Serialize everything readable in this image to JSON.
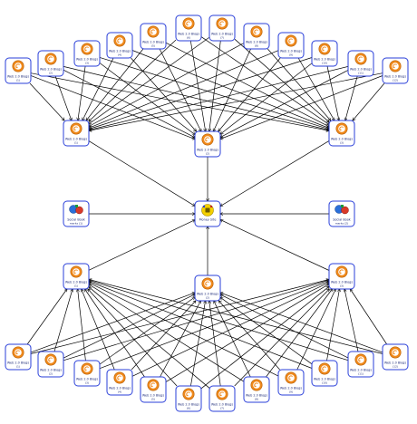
{
  "colors": {
    "node_border": "#2a3fd9",
    "blog_icon": "#f08a1c",
    "hub_icon": "#f4d000",
    "edge": "#000000"
  },
  "icon_names": {
    "blog": "rss-blog-icon",
    "hub": "network-hub-icon",
    "service": "bookmark-service-icon"
  },
  "nodes": [
    {
      "id": "t0",
      "role": "blog",
      "label": "Web 2.0 Blogs",
      "sub": "(1)"
    },
    {
      "id": "t1",
      "role": "blog",
      "label": "Web 2.0 Blogs",
      "sub": "(2)"
    },
    {
      "id": "t2",
      "role": "blog",
      "label": "Web 2.0 Blogs",
      "sub": "(3)"
    },
    {
      "id": "t3",
      "role": "blog",
      "label": "Web 2.0 Blogs",
      "sub": "(4)"
    },
    {
      "id": "t4",
      "role": "blog",
      "label": "Web 2.0 Blogs",
      "sub": "(5)"
    },
    {
      "id": "t5",
      "role": "blog",
      "label": "Web 2.0 Blogs",
      "sub": "(6)"
    },
    {
      "id": "t6",
      "role": "blog",
      "label": "Web 2.0 Blogs",
      "sub": "(7)"
    },
    {
      "id": "t7",
      "role": "blog",
      "label": "Web 2.0 Blogs",
      "sub": "(8)"
    },
    {
      "id": "t8",
      "role": "blog",
      "label": "Web 2.0 Blogs",
      "sub": "(9)"
    },
    {
      "id": "t9",
      "role": "blog",
      "label": "Web 2.0 Blogs",
      "sub": "(10)"
    },
    {
      "id": "t10",
      "role": "blog",
      "label": "Web 2.0 Blogs",
      "sub": "(11)"
    },
    {
      "id": "t11",
      "role": "blog",
      "label": "Web 2.0 Blogs",
      "sub": "(12)"
    },
    {
      "id": "m0",
      "role": "blog",
      "label": "Web 2.0 Blogs",
      "sub": "(1)"
    },
    {
      "id": "m1",
      "role": "blog",
      "label": "Web 2.0 Blogs",
      "sub": "(2)"
    },
    {
      "id": "m2",
      "role": "blog",
      "label": "Web 2.0 Blogs",
      "sub": "(3)"
    },
    {
      "id": "s0",
      "role": "service",
      "label": "Social Book",
      "sub": "marks (1)"
    },
    {
      "id": "hub",
      "role": "hub",
      "label": "Money Site",
      "sub": ""
    },
    {
      "id": "s1",
      "role": "service",
      "label": "Social Book",
      "sub": "marks (2)"
    },
    {
      "id": "n0",
      "role": "blog",
      "label": "Web 2.0 Blogs",
      "sub": "(1)"
    },
    {
      "id": "n1",
      "role": "blog",
      "label": "Web 2.0 Blogs",
      "sub": "(2)"
    },
    {
      "id": "n2",
      "role": "blog",
      "label": "Web 2.0 Blogs",
      "sub": "(3)"
    },
    {
      "id": "b0",
      "role": "blog",
      "label": "Web 2.0 Blogs",
      "sub": "(1)"
    },
    {
      "id": "b1",
      "role": "blog",
      "label": "Web 2.0 Blogs",
      "sub": "(2)"
    },
    {
      "id": "b2",
      "role": "blog",
      "label": "Web 2.0 Blogs",
      "sub": "(3)"
    },
    {
      "id": "b3",
      "role": "blog",
      "label": "Web 2.0 Blogs",
      "sub": "(4)"
    },
    {
      "id": "b4",
      "role": "blog",
      "label": "Web 2.0 Blogs",
      "sub": "(5)"
    },
    {
      "id": "b5",
      "role": "blog",
      "label": "Web 2.0 Blogs",
      "sub": "(6)"
    },
    {
      "id": "b6",
      "role": "blog",
      "label": "Web 2.0 Blogs",
      "sub": "(7)"
    },
    {
      "id": "b7",
      "role": "blog",
      "label": "Web 2.0 Blogs",
      "sub": "(8)"
    },
    {
      "id": "b8",
      "role": "blog",
      "label": "Web 2.0 Blogs",
      "sub": "(9)"
    },
    {
      "id": "b9",
      "role": "blog",
      "label": "Web 2.0 Blogs",
      "sub": "(10)"
    },
    {
      "id": "b10",
      "role": "blog",
      "label": "Web 2.0 Blogs",
      "sub": "(11)"
    },
    {
      "id": "b11",
      "role": "blog",
      "label": "Web 2.0 Blogs",
      "sub": "(12)"
    }
  ],
  "edges": [
    [
      "t0",
      "m0"
    ],
    [
      "t1",
      "m0"
    ],
    [
      "t2",
      "m0"
    ],
    [
      "t3",
      "m0"
    ],
    [
      "t4",
      "m0"
    ],
    [
      "t5",
      "m0"
    ],
    [
      "t6",
      "m0"
    ],
    [
      "t7",
      "m0"
    ],
    [
      "t8",
      "m0"
    ],
    [
      "t9",
      "m0"
    ],
    [
      "t10",
      "m0"
    ],
    [
      "t11",
      "m0"
    ],
    [
      "t0",
      "m1"
    ],
    [
      "t1",
      "m1"
    ],
    [
      "t2",
      "m1"
    ],
    [
      "t3",
      "m1"
    ],
    [
      "t4",
      "m1"
    ],
    [
      "t5",
      "m1"
    ],
    [
      "t6",
      "m1"
    ],
    [
      "t7",
      "m1"
    ],
    [
      "t8",
      "m1"
    ],
    [
      "t9",
      "m1"
    ],
    [
      "t10",
      "m1"
    ],
    [
      "t11",
      "m1"
    ],
    [
      "t0",
      "m2"
    ],
    [
      "t1",
      "m2"
    ],
    [
      "t2",
      "m2"
    ],
    [
      "t3",
      "m2"
    ],
    [
      "t4",
      "m2"
    ],
    [
      "t5",
      "m2"
    ],
    [
      "t6",
      "m2"
    ],
    [
      "t7",
      "m2"
    ],
    [
      "t8",
      "m2"
    ],
    [
      "t9",
      "m2"
    ],
    [
      "t10",
      "m2"
    ],
    [
      "t11",
      "m2"
    ],
    [
      "m0",
      "hub"
    ],
    [
      "m1",
      "hub"
    ],
    [
      "m2",
      "hub"
    ],
    [
      "s0",
      "hub"
    ],
    [
      "s1",
      "hub"
    ],
    [
      "n0",
      "hub"
    ],
    [
      "n1",
      "hub"
    ],
    [
      "n2",
      "hub"
    ],
    [
      "b0",
      "n0"
    ],
    [
      "b1",
      "n0"
    ],
    [
      "b2",
      "n0"
    ],
    [
      "b3",
      "n0"
    ],
    [
      "b4",
      "n0"
    ],
    [
      "b5",
      "n0"
    ],
    [
      "b6",
      "n0"
    ],
    [
      "b7",
      "n0"
    ],
    [
      "b8",
      "n0"
    ],
    [
      "b9",
      "n0"
    ],
    [
      "b10",
      "n0"
    ],
    [
      "b11",
      "n0"
    ],
    [
      "b0",
      "n1"
    ],
    [
      "b1",
      "n1"
    ],
    [
      "b2",
      "n1"
    ],
    [
      "b3",
      "n1"
    ],
    [
      "b4",
      "n1"
    ],
    [
      "b5",
      "n1"
    ],
    [
      "b6",
      "n1"
    ],
    [
      "b7",
      "n1"
    ],
    [
      "b8",
      "n1"
    ],
    [
      "b9",
      "n1"
    ],
    [
      "b10",
      "n1"
    ],
    [
      "b11",
      "n1"
    ],
    [
      "b0",
      "n2"
    ],
    [
      "b1",
      "n2"
    ],
    [
      "b2",
      "n2"
    ],
    [
      "b3",
      "n2"
    ],
    [
      "b4",
      "n2"
    ],
    [
      "b5",
      "n2"
    ],
    [
      "b6",
      "n2"
    ],
    [
      "b7",
      "n2"
    ],
    [
      "b8",
      "n2"
    ],
    [
      "b9",
      "n2"
    ],
    [
      "b10",
      "n2"
    ],
    [
      "b11",
      "n2"
    ]
  ]
}
